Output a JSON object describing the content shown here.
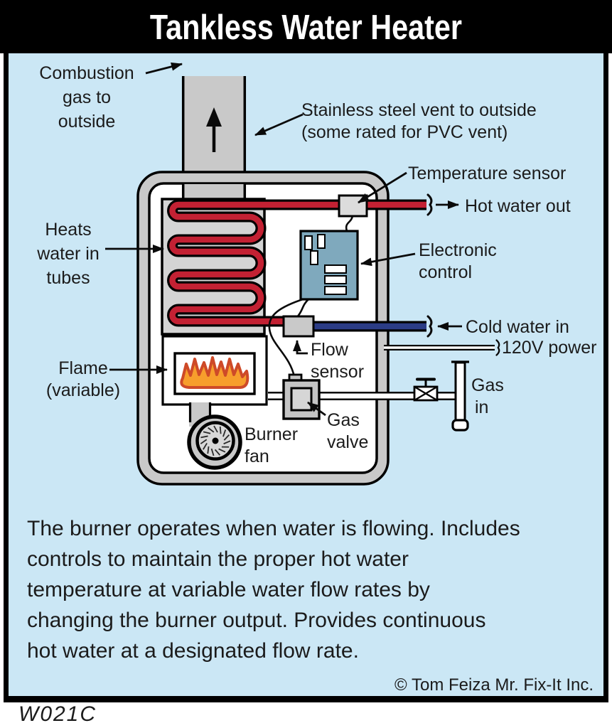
{
  "title": "Tankless Water Heater",
  "sheet_code": "W021C",
  "copyright": "© Tom Feiza Mr. Fix-It Inc.",
  "labels": {
    "combustion": [
      "Combustion",
      "gas to",
      "outside"
    ],
    "vent": [
      "Stainless steel vent to outside",
      "(some rated for PVC vent)"
    ],
    "temperature_sensor": "Temperature sensor",
    "hot_water_out": "Hot water out",
    "electronic_control": [
      "Electronic",
      "control"
    ],
    "cold_water_in": "Cold water in",
    "power": "120V power",
    "gas_in": [
      "Gas",
      "in"
    ],
    "heats": [
      "Heats",
      "water in",
      "tubes"
    ],
    "flame": [
      "Flame",
      "(variable)"
    ],
    "flow_sensor": [
      "Flow",
      "sensor"
    ],
    "gas_valve": [
      "Gas",
      "valve"
    ],
    "burner_fan": [
      "Burner",
      "fan"
    ]
  },
  "body_text": {
    "lines": [
      "The burner operates when water is flowing. Includes",
      "controls to maintain the proper hot water",
      "temperature at variable water flow rates by",
      "changing the burner output. Provides continuous",
      "hot water at a designated flow rate."
    ]
  },
  "colors": {
    "background": "#cbe7f5",
    "hot_pipe": "#c32133",
    "cold_pipe": "#2b3c86",
    "control_panel": "#7fa9bd",
    "flame_fill": "#f79e2c",
    "flame_stroke": "#ce4a28",
    "metal_gray": "#c9c9c9",
    "light_gray": "#d6d6d6"
  }
}
